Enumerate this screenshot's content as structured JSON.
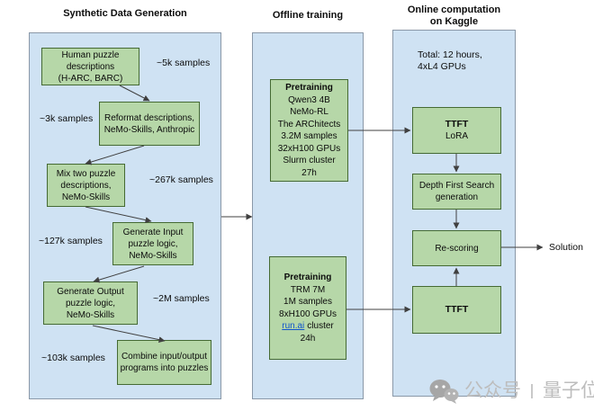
{
  "columns": {
    "sdg_title": "Synthetic Data Generation",
    "offline_title": "Offline training",
    "online_title_line1": "Online computation",
    "online_title_line2": "on Kaggle"
  },
  "sdg": {
    "nodes": [
      {
        "lines": [
          "Human puzzle",
          "descriptions",
          "(H-ARC, BARC)"
        ]
      },
      {
        "lines": [
          "Reformat descriptions,",
          "NeMo-Skills, Anthropic"
        ]
      },
      {
        "lines": [
          "Mix two puzzle",
          "descriptions,",
          "NeMo-Skills"
        ]
      },
      {
        "lines": [
          "Generate Input",
          "puzzle logic,",
          "NeMo-Skills"
        ]
      },
      {
        "lines": [
          "Generate Output",
          "puzzle logic,",
          "NeMo-Skills"
        ]
      },
      {
        "lines": [
          "Combine input/output",
          "programs into puzzles"
        ]
      }
    ],
    "sample_labels": [
      "~5k samples",
      "~3k samples",
      "~267k samples",
      "~127k samples",
      "~2M samples",
      "~103k samples"
    ]
  },
  "offline": {
    "qwen": {
      "heading": "Pretraining",
      "lines": [
        "Qwen3 4B",
        "NeMo-RL",
        "The ARChitects",
        "3.2M samples",
        "32xH100 GPUs",
        "Slurm cluster",
        "27h"
      ]
    },
    "trm": {
      "heading": "Pretraining",
      "lines": [
        "TRM 7M",
        "1M samples",
        "8xH100 GPUs"
      ],
      "link_text": "run.ai",
      "link_suffix": "cluster",
      "last_line": "24h"
    }
  },
  "online": {
    "total_line1": "Total: 12 hours,",
    "total_line2": "4xL4 GPUs",
    "ttft1_heading": "TTFT",
    "ttft1_sub": "LoRA",
    "dfs_line1": "Depth First Search",
    "dfs_line2": "generation",
    "rescoring": "Re-scoring",
    "ttft2_heading": "TTFT",
    "solution": "Solution"
  },
  "watermark": {
    "icon": "wechat-icon",
    "text1": "公众号",
    "text2": "量子位"
  },
  "colors": {
    "panel_fill": "#cfe2f3",
    "panel_border": "#8a98a8",
    "node_fill": "#b6d7a8",
    "node_border": "#456a33",
    "arrow": "#404040",
    "link": "#1155cc",
    "watermark_gray": "#bdbdbd"
  }
}
